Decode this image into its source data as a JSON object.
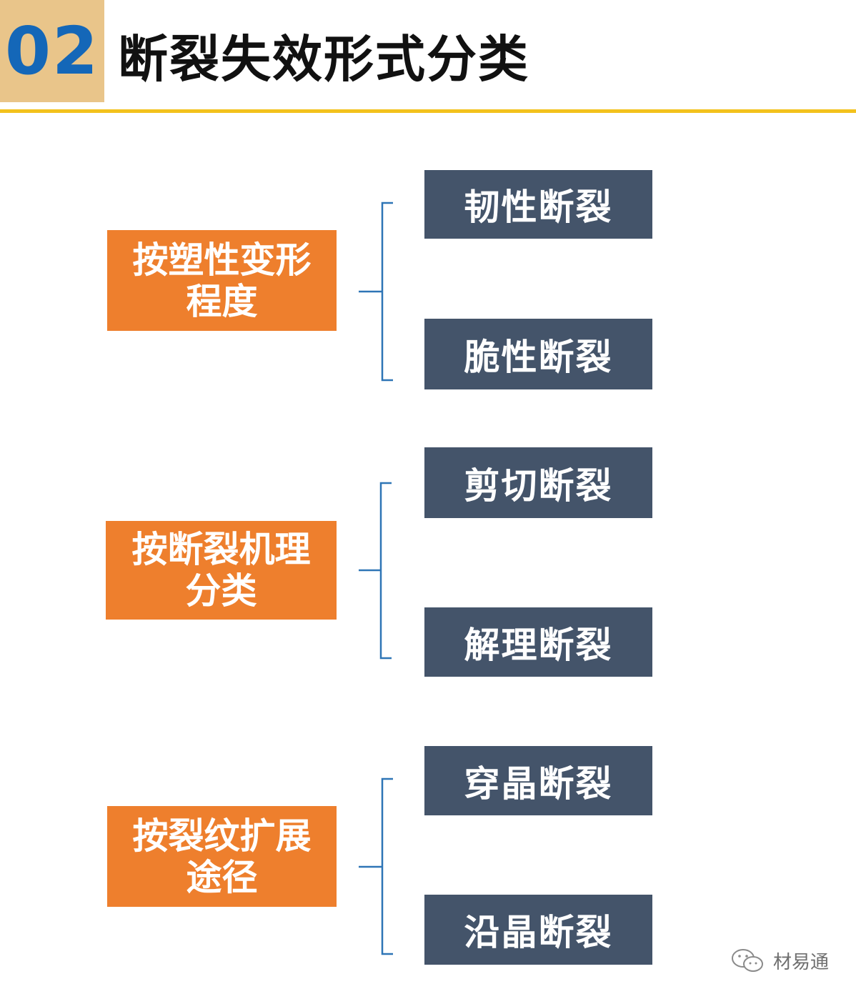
{
  "header": {
    "number": "02",
    "title": "断裂失效形式分类"
  },
  "groups": [
    {
      "category": "按塑性变形程度",
      "types": [
        "韧性断裂",
        "脆性断裂"
      ]
    },
    {
      "category": "按断裂机理分类",
      "types": [
        "剪切断裂",
        "解理断裂"
      ]
    },
    {
      "category": "按裂纹扩展途径",
      "types": [
        "穿晶断裂",
        "沿晶断裂"
      ]
    }
  ],
  "watermark": {
    "text": "材易通",
    "icon": "wechat-icon"
  },
  "colors": {
    "number_bg": "#e9c58a",
    "number_text": "#1467b8",
    "rule": "#f3c21c",
    "category_bg": "#ee7f2d",
    "type_bg": "#44546a",
    "bracket": "#2e75b6"
  }
}
